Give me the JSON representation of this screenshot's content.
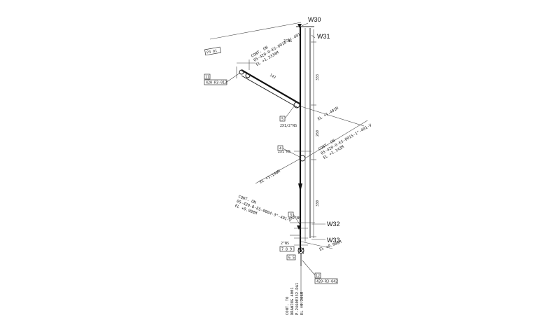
{
  "welds": {
    "w30": "W30",
    "w31": "W31",
    "w32": "W32",
    "w33": "W33"
  },
  "connections": {
    "top": {
      "line1": "CONT. ON",
      "line2": "05-420-0-ES-0018-3\"-401",
      "line3": "EL +1.3334M"
    },
    "right": {
      "line1": "CONT. ON",
      "line2": "05-420-0-ES-0015-1\"-401-V",
      "line3": "EL +1.143M"
    },
    "left": {
      "line1": "CONT. ON",
      "line2": "05-420-0-ES-0004-3\"-401-V",
      "line3": "EL +0.908M"
    },
    "bottom": {
      "line1": "CONT. TO",
      "line2": "DRAWING 4001",
      "line3": "P-2460E332.DA1",
      "line4": "EL +0.206M"
    }
  },
  "elevations": {
    "upper_right": "EL +1.401M",
    "mid_left": "EL +1.140M",
    "lower_right": "EL +0.908M"
  },
  "callouts": {
    "c2": "2\"NS",
    "c5": "2X1/2\"NS",
    "c4": "2X1\"NS",
    "c3": "2X2\"NS",
    "c2b": "2\"NS"
  },
  "tags": {
    "ref_top": "P3 01",
    "part_11": "11",
    "spec_left": "420-R3-013",
    "num_5": "5",
    "num_4": "4",
    "num_3": "3",
    "num_789": "7 8 9",
    "num_6": "6 5",
    "part_12": "12",
    "spec_bottom": "420-R3-042",
    "len_a": "142",
    "len_b": "333",
    "len_c": "260",
    "len_d": "330"
  }
}
